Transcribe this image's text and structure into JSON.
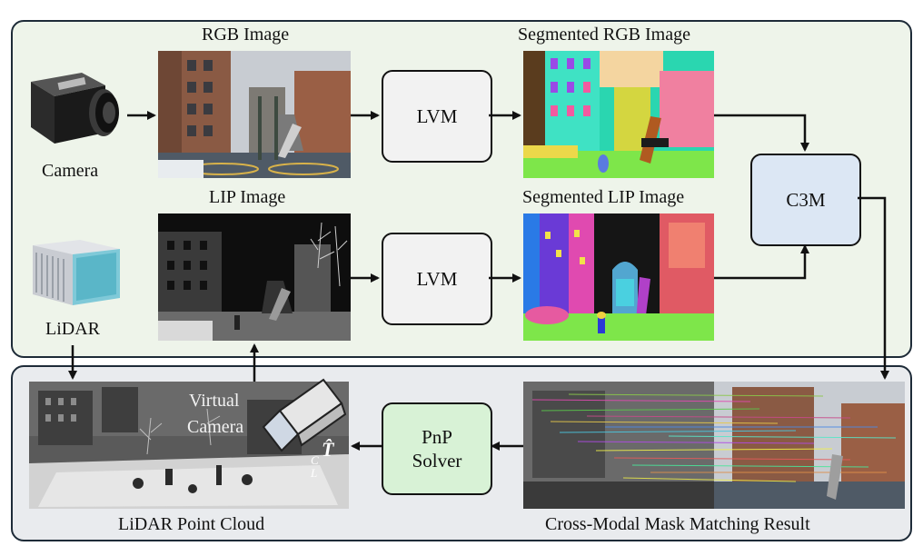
{
  "labels": {
    "rgb_image": "RGB Image",
    "segmented_rgb": "Segmented RGB Image",
    "lip_image": "LIP Image",
    "segmented_lip": "Segmented LIP Image",
    "camera": "Camera",
    "lidar": "LiDAR",
    "point_cloud": "LiDAR Point Cloud",
    "matching_result": "Cross-Modal Mask Matching Result",
    "virtual": "Virtual",
    "virtual_camera": "Camera"
  },
  "blocks": {
    "lvm_top": "LVM",
    "lvm_bottom": "LVM",
    "c3m": "C3M",
    "pnp_line1": "PnP",
    "pnp_line2": "Solver"
  },
  "math": {
    "sup": "C",
    "sub": "L",
    "symbol": "T̂"
  },
  "colors": {
    "top_panel": "#eef4ea",
    "bottom_panel": "#e9ebee",
    "lvm_box": "#f2f2f2",
    "c3m_box": "#dce7f4",
    "pnp_box": "#d8f2d6"
  }
}
